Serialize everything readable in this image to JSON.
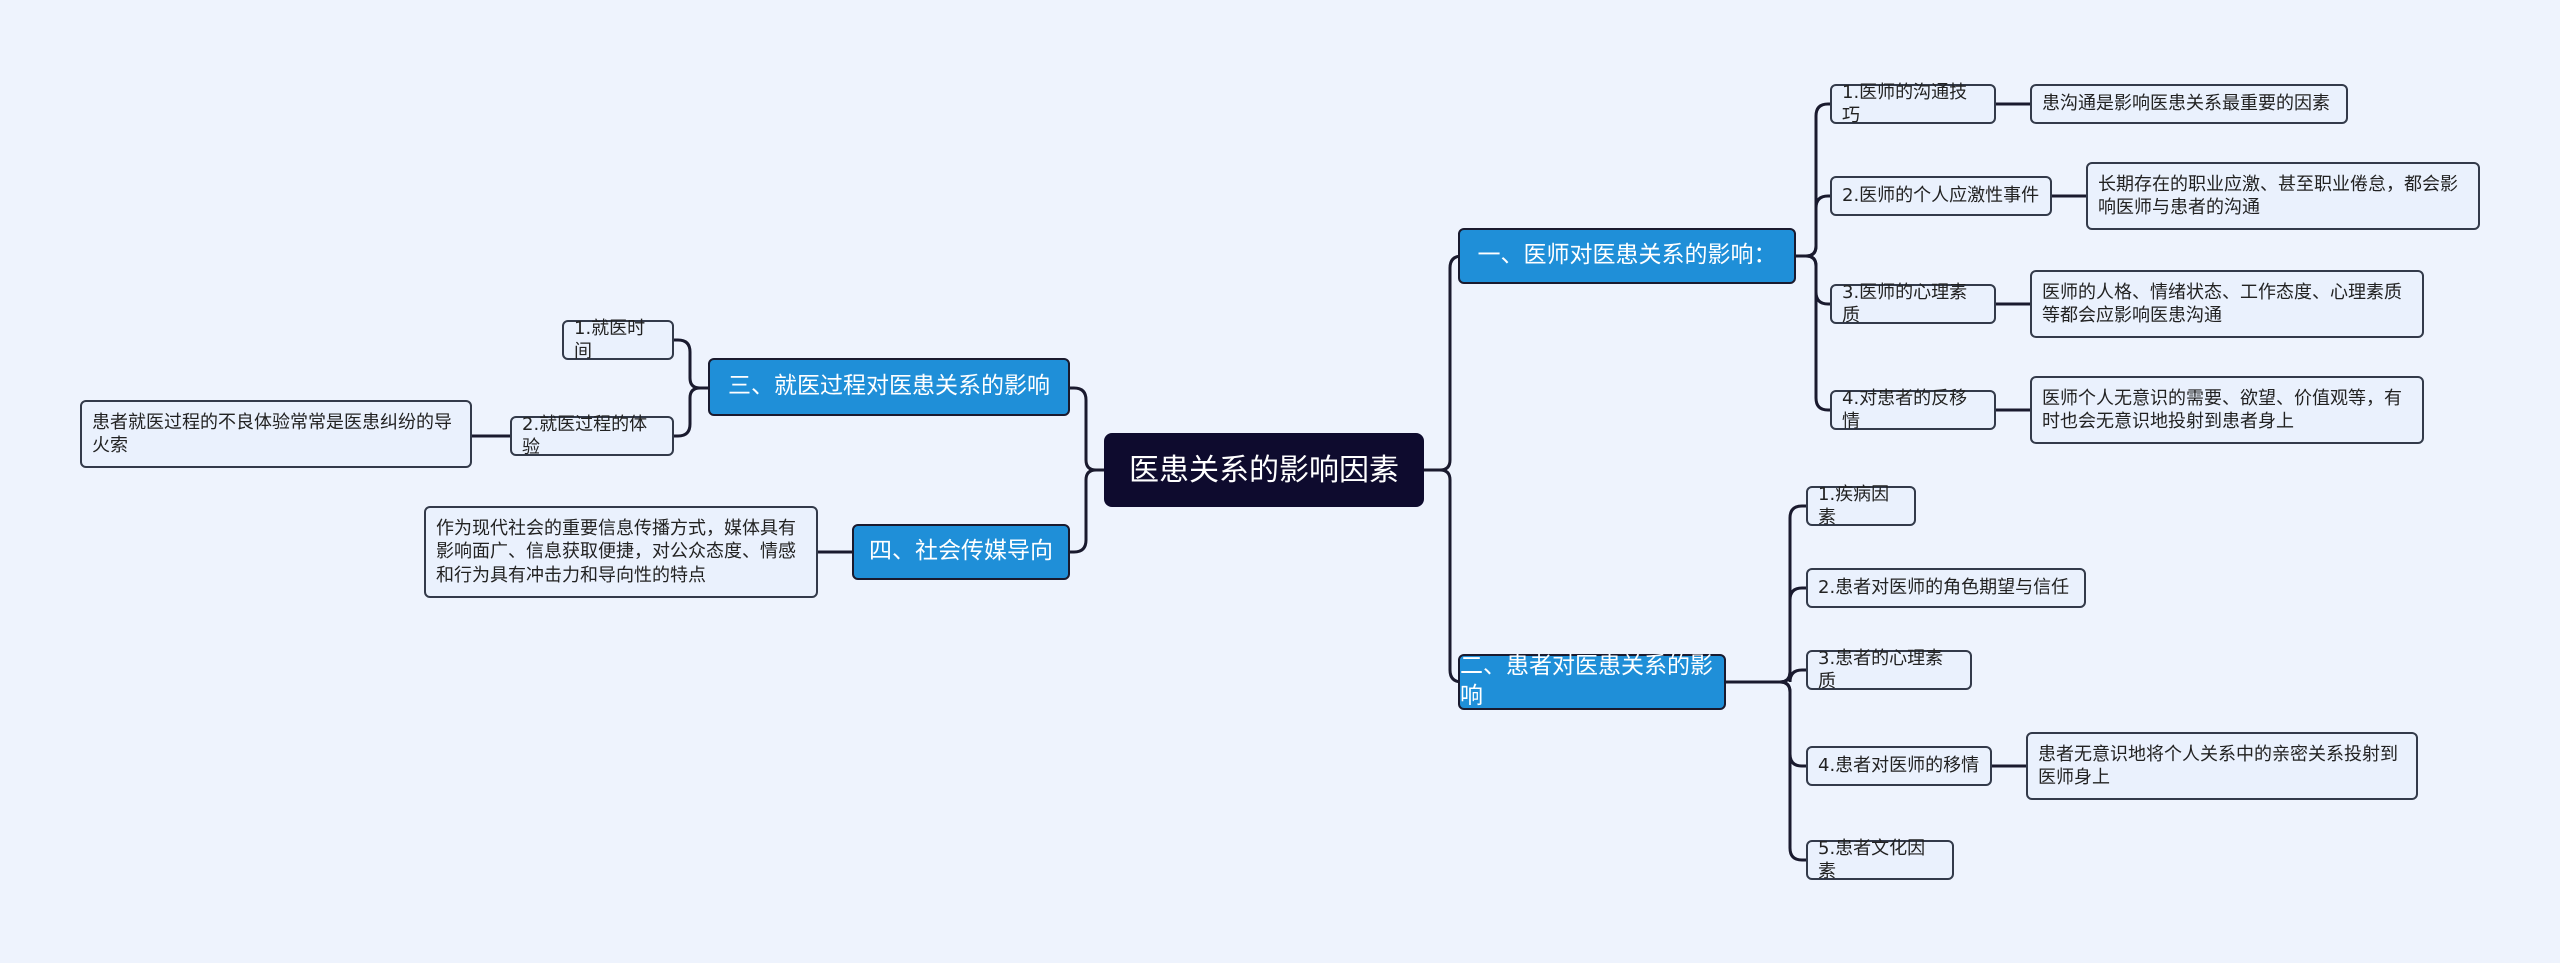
{
  "root": {
    "label": "医患关系的影响因素"
  },
  "branch1": {
    "label": "一、医师对医患关系的影响：",
    "items": [
      {
        "label": "1.医师的沟通技巧",
        "note": "患沟通是影响医患关系最重要的因素"
      },
      {
        "label": "2.医师的个人应激性事件",
        "note": "长期存在的职业应激、甚至职业倦怠，都会影响医师与患者的沟通"
      },
      {
        "label": "3.医师的心理素质",
        "note": "医师的人格、情绪状态、工作态度、心理素质等都会应影响医患沟通"
      },
      {
        "label": "4.对患者的反移情",
        "note": "医师个人无意识的需要、欲望、价值观等，有时也会无意识地投射到患者身上"
      }
    ]
  },
  "branch2": {
    "label": "二、患者对医患关系的影响",
    "items": [
      {
        "label": "1.疾病因素"
      },
      {
        "label": "2.患者对医师的角色期望与信任"
      },
      {
        "label": "3.患者的心理素质"
      },
      {
        "label": "4.患者对医师的移情",
        "note": "患者无意识地将个人关系中的亲密关系投射到医师身上"
      },
      {
        "label": "5.患者文化因素"
      }
    ]
  },
  "branch3": {
    "label": "三、就医过程对医患关系的影响",
    "items": [
      {
        "label": "1.就医时间"
      },
      {
        "label": "2.就医过程的体验",
        "note": "患者就医过程的不良体验常常是医患纠纷的导火索"
      }
    ]
  },
  "branch4": {
    "label": "四、社会传媒导向",
    "note": "作为现代社会的重要信息传播方式，媒体具有影响面广、信息获取便捷，对公众态度、情感和行为具有冲击力和导向性的特点"
  }
}
